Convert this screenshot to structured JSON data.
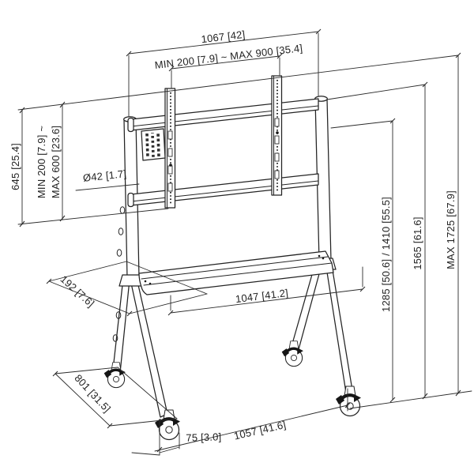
{
  "meta": {
    "background_color": "#ffffff",
    "line_color": "#232323",
    "text_color": "#222222",
    "drawing_type": "technical dimension drawing",
    "subject": "mobile TV trolley floor stand with casters"
  },
  "dimensions": {
    "overall_width": "1067 [42]",
    "vesa_width_range": "MIN 200 [7.9] ~ MAX 900 [35.4]",
    "bracket_height": "645 [25.4]",
    "vesa_height_range_line1": "MIN 200 [7.9] ~",
    "vesa_height_range_line2": "MAX 600 [23.6]",
    "pole_diameter": "Ø42 [1.7]",
    "shelf_depth": "192 [7.6]",
    "shelf_width": "1047 [41.2]",
    "mount_height_range": "1285 [50.6] / 1410 [55.5]",
    "pole_top_height": "1565 [61.6]",
    "max_overall_height": "MAX 1725 [67.9]",
    "base_depth": "801 [31.5]",
    "caster_size": "75 [3.0]",
    "base_width": "1057 [41.6]"
  }
}
